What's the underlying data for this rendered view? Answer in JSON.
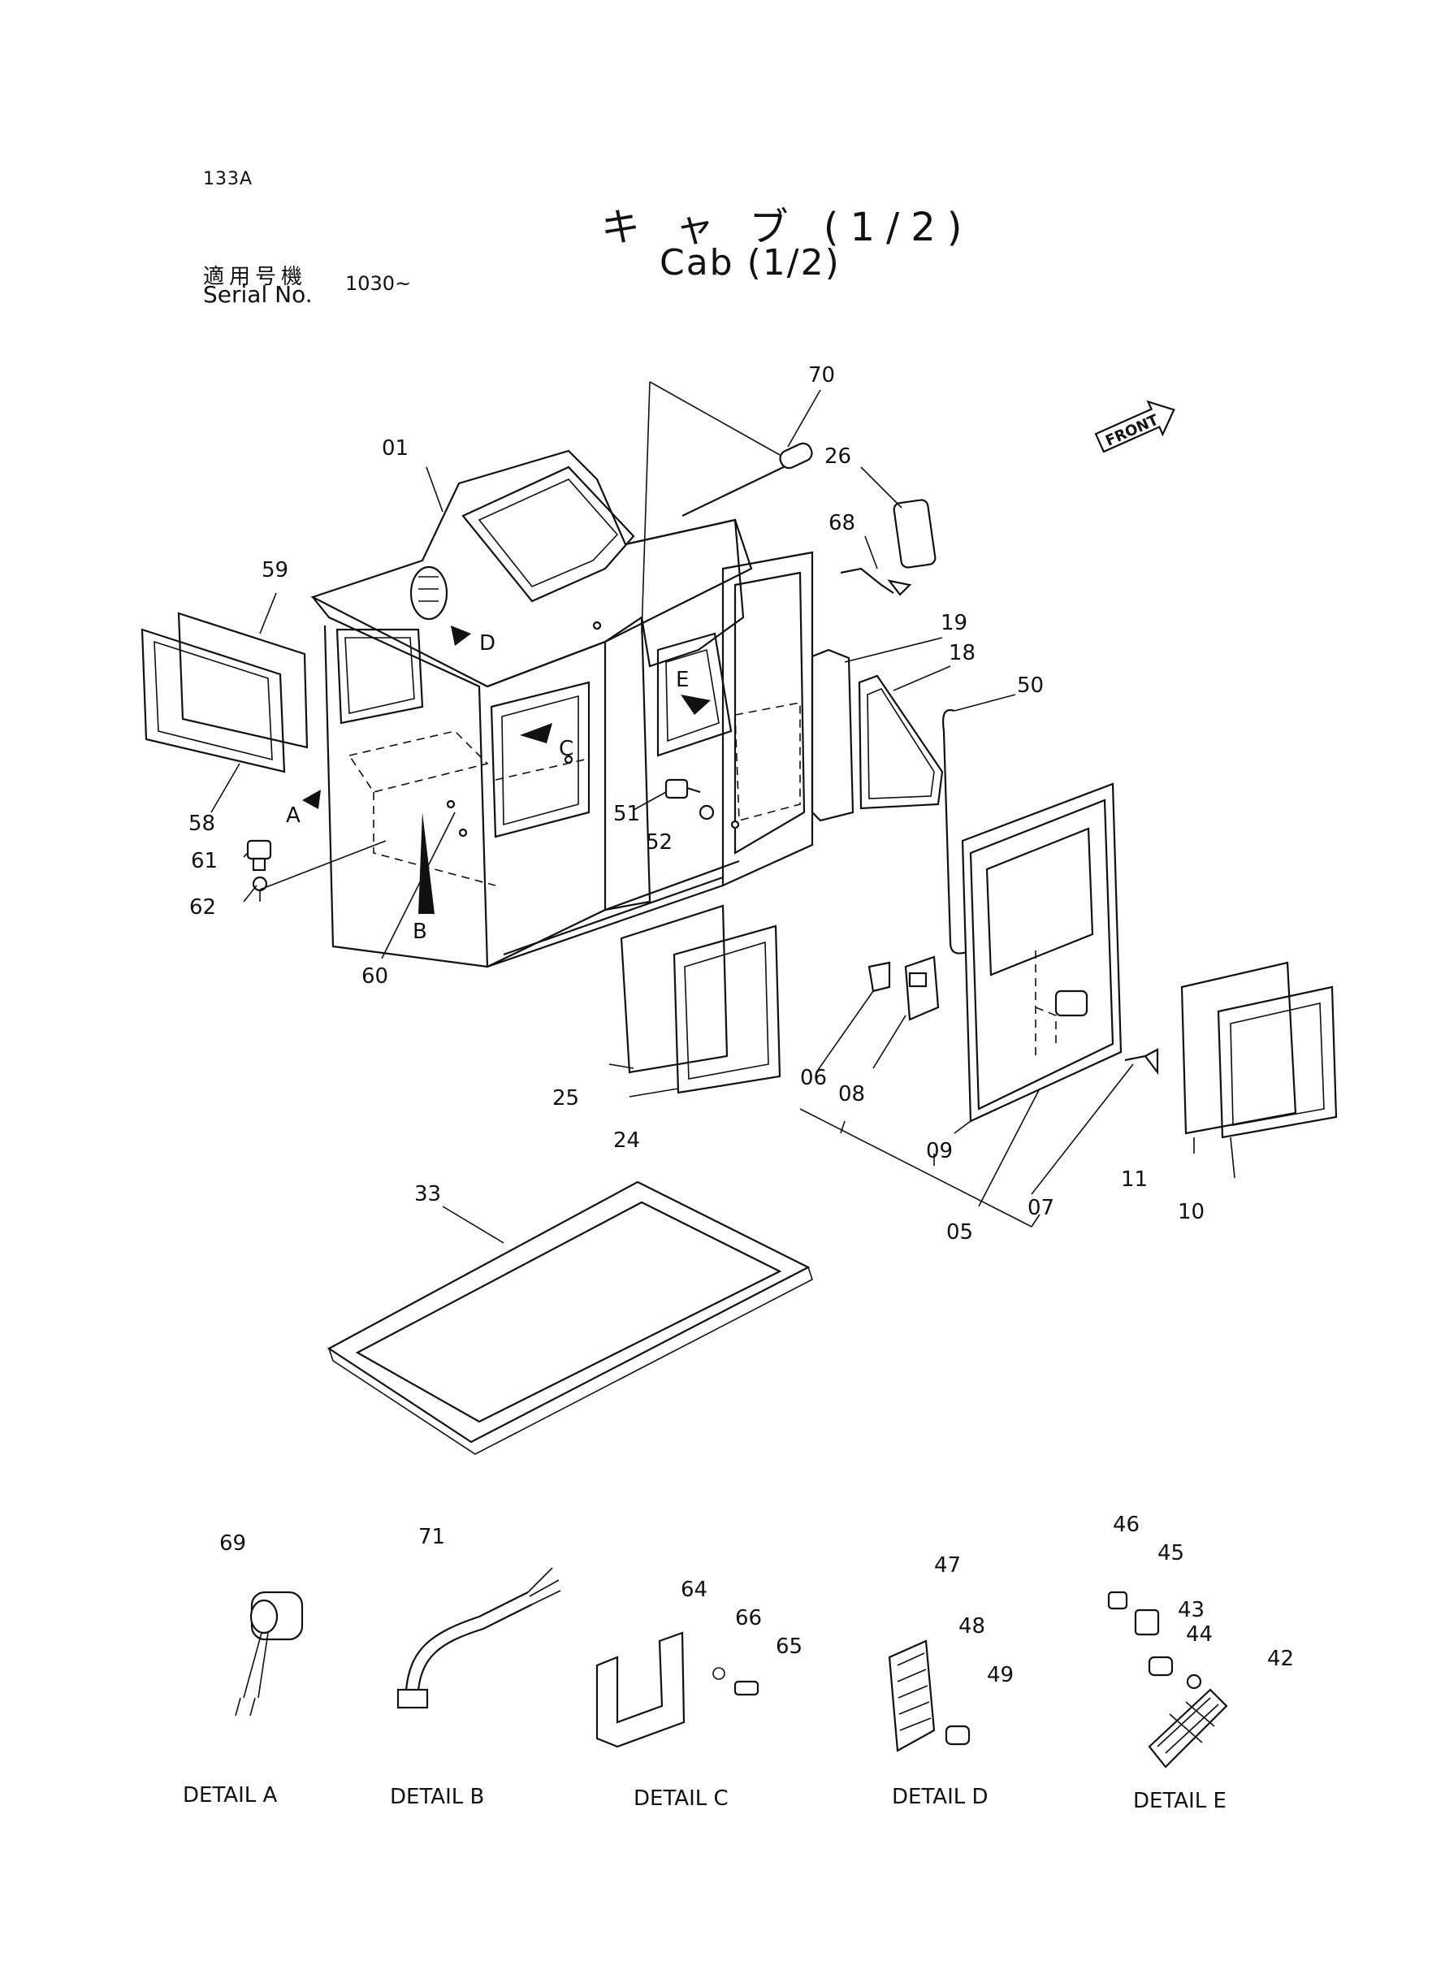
{
  "header": {
    "page_code": "133A",
    "title_jp": "キ ャ ブ (1/2)",
    "title_en": "Cab (1/2)",
    "serial_label_jp": "適用号機",
    "serial_label_en": "Serial No.",
    "serial_value": "1030~"
  },
  "front_badge": "FRONT",
  "view_markers": [
    "A",
    "B",
    "C",
    "D",
    "E"
  ],
  "callouts": [
    "70",
    "01",
    "26",
    "68",
    "59",
    "19",
    "18",
    "50",
    "58",
    "51",
    "52",
    "61",
    "62",
    "60",
    "25",
    "24",
    "06",
    "08",
    "09",
    "05",
    "07",
    "11",
    "10",
    "33",
    "69",
    "71",
    "64",
    "66",
    "65",
    "47",
    "48",
    "49",
    "46",
    "45",
    "43",
    "44",
    "42"
  ],
  "details": [
    "DETAIL A",
    "DETAIL B",
    "DETAIL C",
    "DETAIL D",
    "DETAIL E"
  ]
}
